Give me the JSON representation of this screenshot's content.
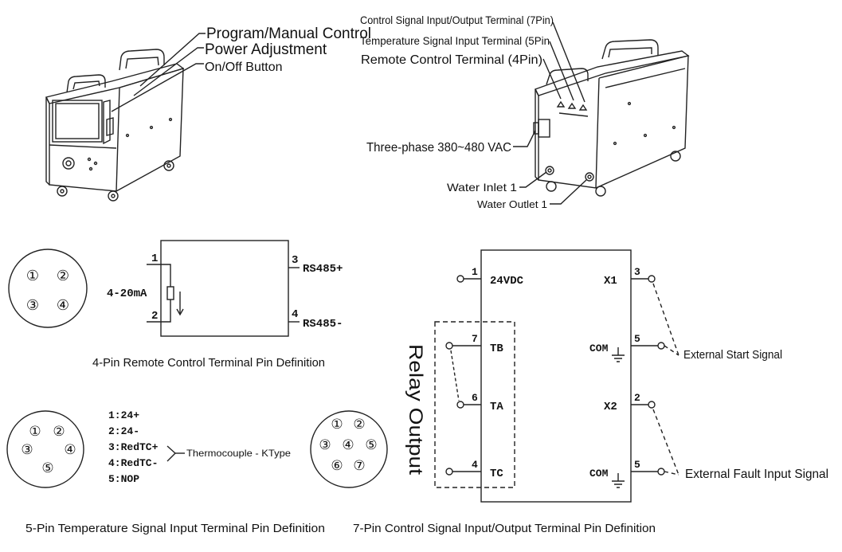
{
  "machine_front": {
    "labels": {
      "program_manual": "Program/Manual Control",
      "power_adjustment": "Power Adjustment",
      "on_off": "On/Off Button"
    }
  },
  "machine_rear": {
    "labels": {
      "control_terminal": "Control Signal Input/Output Terminal (7Pin)",
      "temperature_terminal": "Temperature Signal Input Terminal (5Pin",
      "remote_terminal": "Remote Control Terminal (4Pin)",
      "power_input": "Three-phase 380~480 VAC",
      "water_inlet": "Water Inlet 1",
      "water_outlet": "Water Outlet 1"
    }
  },
  "pin4": {
    "pins": [
      "①",
      "②",
      "③",
      "④"
    ],
    "pin_numbers": [
      "1",
      "2",
      "3",
      "4"
    ],
    "left_label": "4-20mA",
    "rs485_plus": "RS485+",
    "rs485_minus": "RS485-",
    "caption": "4-Pin Remote Control Terminal Pin Definition"
  },
  "pin5": {
    "pins": [
      "①",
      "②",
      "③",
      "④",
      "⑤"
    ],
    "list": [
      "1:24+",
      "2:24-",
      "3:RedTC+",
      "4:RedTC-",
      "5:NOP"
    ],
    "thermocouple": "Thermocouple - KType",
    "caption": "5-Pin Temperature Signal Input Terminal Pin Definition"
  },
  "pin7": {
    "pins": [
      "①",
      "②",
      "③",
      "④",
      "⑤",
      "⑥",
      "⑦"
    ],
    "relay_output": "Relay Output",
    "left": [
      {
        "num": "1",
        "label": "24VDC"
      },
      {
        "num": "7",
        "label": "TB"
      },
      {
        "num": "6",
        "label": "TA"
      },
      {
        "num": "4",
        "label": "TC"
      }
    ],
    "right": [
      {
        "num": "3",
        "label": "X1"
      },
      {
        "num": "5",
        "label": "COM"
      },
      {
        "num": "2",
        "label": "X2"
      },
      {
        "num": "5",
        "label": "COM"
      }
    ],
    "external_start": "External Start Signal",
    "external_fault": "External Fault Input Signal",
    "caption": "7-Pin Control Signal Input/Output Terminal Pin Definition"
  }
}
